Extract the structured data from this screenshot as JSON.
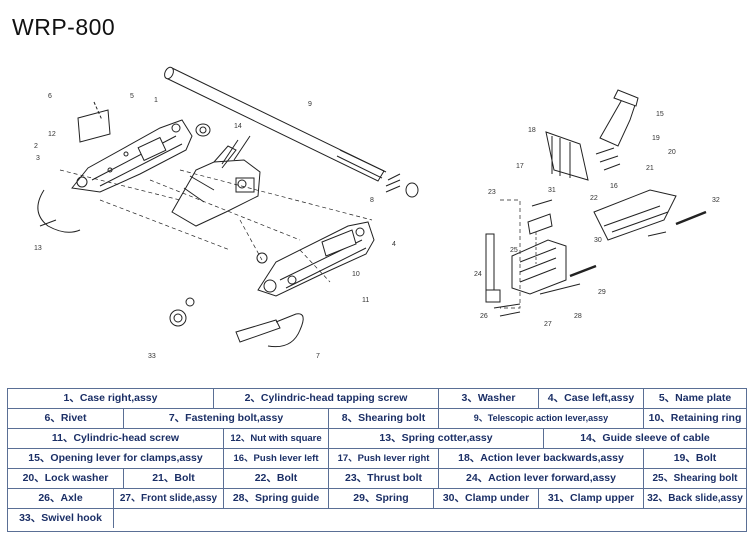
{
  "title": "WRP-800",
  "callouts": [
    "1",
    "2",
    "3",
    "4",
    "5",
    "6",
    "7",
    "8",
    "9",
    "10",
    "11",
    "12",
    "13",
    "14",
    "15",
    "16",
    "17",
    "18",
    "19",
    "20",
    "21",
    "22",
    "23",
    "24",
    "25",
    "26",
    "27",
    "28",
    "29",
    "30",
    "31",
    "32",
    "33"
  ],
  "parts": [
    [
      "1、Case right,assy",
      "2、Cylindric-head tapping screw",
      "3、Washer",
      "4、Case left,assy",
      "5、Name plate"
    ],
    [
      "6、Rivet",
      "7、Fastening bolt,assy",
      "8、Shearing bolt",
      "9、Telescopic action lever,assy",
      "10、Retaining ring"
    ],
    [
      "11、Cylindric-head screw",
      "12、Nut with square",
      "13、Spring cotter,assy",
      "14、Guide sleeve of cable"
    ],
    [
      "15、Opening lever for clamps,assy",
      "16、Push lever left",
      "17、Push lever right",
      "18、Action lever backwards,assy",
      "19、Bolt"
    ],
    [
      "20、Lock washer",
      "21、Bolt",
      "22、Bolt",
      "23、Thrust bolt",
      "24、Action lever forward,assy",
      "25、Shearing bolt"
    ],
    [
      "26、Axle",
      "27、Front slide,assy",
      "28、Spring guide",
      "29、Spring",
      "30、Clamp under",
      "31、Clamp upper",
      "32、Back slide,assy"
    ],
    [
      "33、Swivel hook"
    ]
  ]
}
